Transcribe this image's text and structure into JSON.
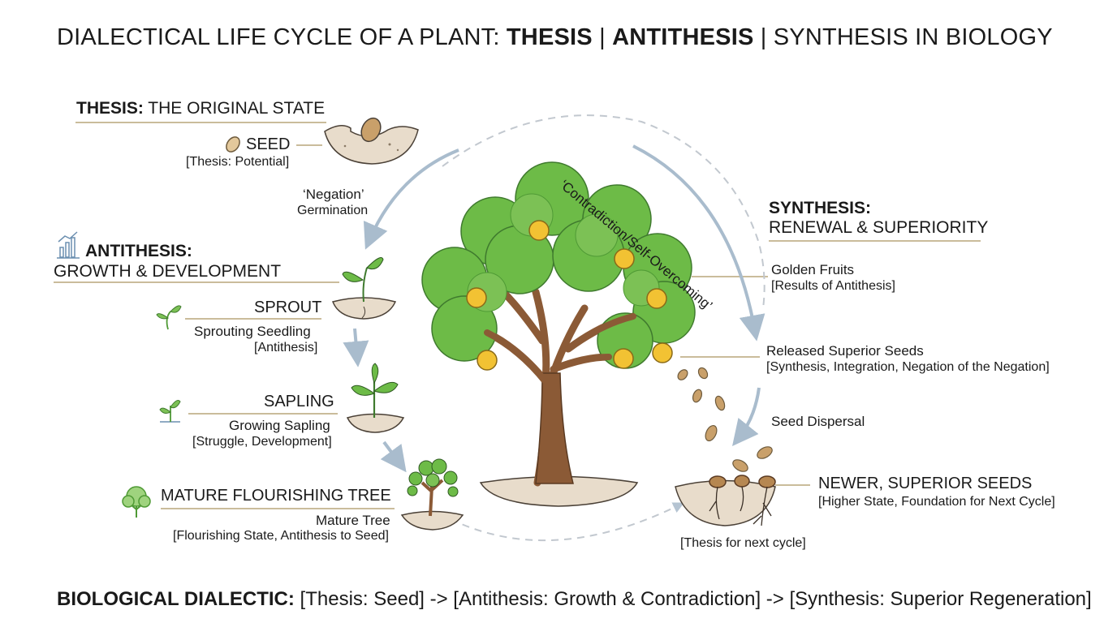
{
  "title": {
    "part1": "DIALECTICAL LIFE CYCLE OF A PLANT: ",
    "thesis": "THESIS",
    "sep1": " | ",
    "antithesis": "ANTITHESIS",
    "part2": " | SYNTHESIS IN BIOLOGY"
  },
  "thesis_section": {
    "label": "THESIS:",
    "title": " THE ORIGINAL STATE",
    "stage": "SEED",
    "note": "[Thesis: Potential]"
  },
  "negation": {
    "label": "‘Negation’",
    "sub": "Germination"
  },
  "antithesis_section": {
    "label": "ANTITHESIS:",
    "title": "GROWTH & DEVELOPMENT",
    "sprout": {
      "stage": "SPROUT",
      "sub": "Sprouting Seedling",
      "note": "[Antithesis]"
    },
    "sapling": {
      "stage": "SAPLING",
      "sub": "Growing Sapling",
      "note": "[Struggle, Development]"
    },
    "mature": {
      "stage": "MATURE FLOURISHING TREE",
      "sub": "Mature Tree",
      "note": "[Flourishing State, Antithesis to Seed]"
    }
  },
  "contradiction": {
    "label": "‘Contradiction/Self-Overcoming’"
  },
  "synthesis_section": {
    "label": "SYNTHESIS:",
    "title": "RENEWAL & SUPERIORITY",
    "fruits": {
      "stage": "Golden Fruits",
      "note": "[Results of Antithesis]"
    },
    "released": {
      "stage": "Released Superior Seeds",
      "note": "[Synthesis, Integration, Negation of the Negation]"
    },
    "dispersal": "Seed Dispersal",
    "newer": {
      "stage": "NEWER, SUPERIOR SEEDS",
      "note": "[Higher State, Foundation for Next Cycle]"
    },
    "next_cycle": "[Thesis for next cycle]"
  },
  "footer": {
    "label": "BIOLOGICAL DIALECTIC:",
    "text": " [Thesis: Seed] -> [Antithesis: Growth & Contradiction] -> [Synthesis: Superior Regeneration]"
  },
  "colors": {
    "leaf": "#6dbb47",
    "leaf_dark": "#4f9a35",
    "trunk": "#8b5a36",
    "soil": "#e8dccb",
    "fruit": "#f2c233",
    "arrow": "#a9bccd",
    "rule": "#b8a67a"
  },
  "icons": [
    "seed-icon",
    "growth-chart-icon",
    "sprout-icon",
    "sapling-icon",
    "tree-icon",
    "apple-tree-icon"
  ]
}
